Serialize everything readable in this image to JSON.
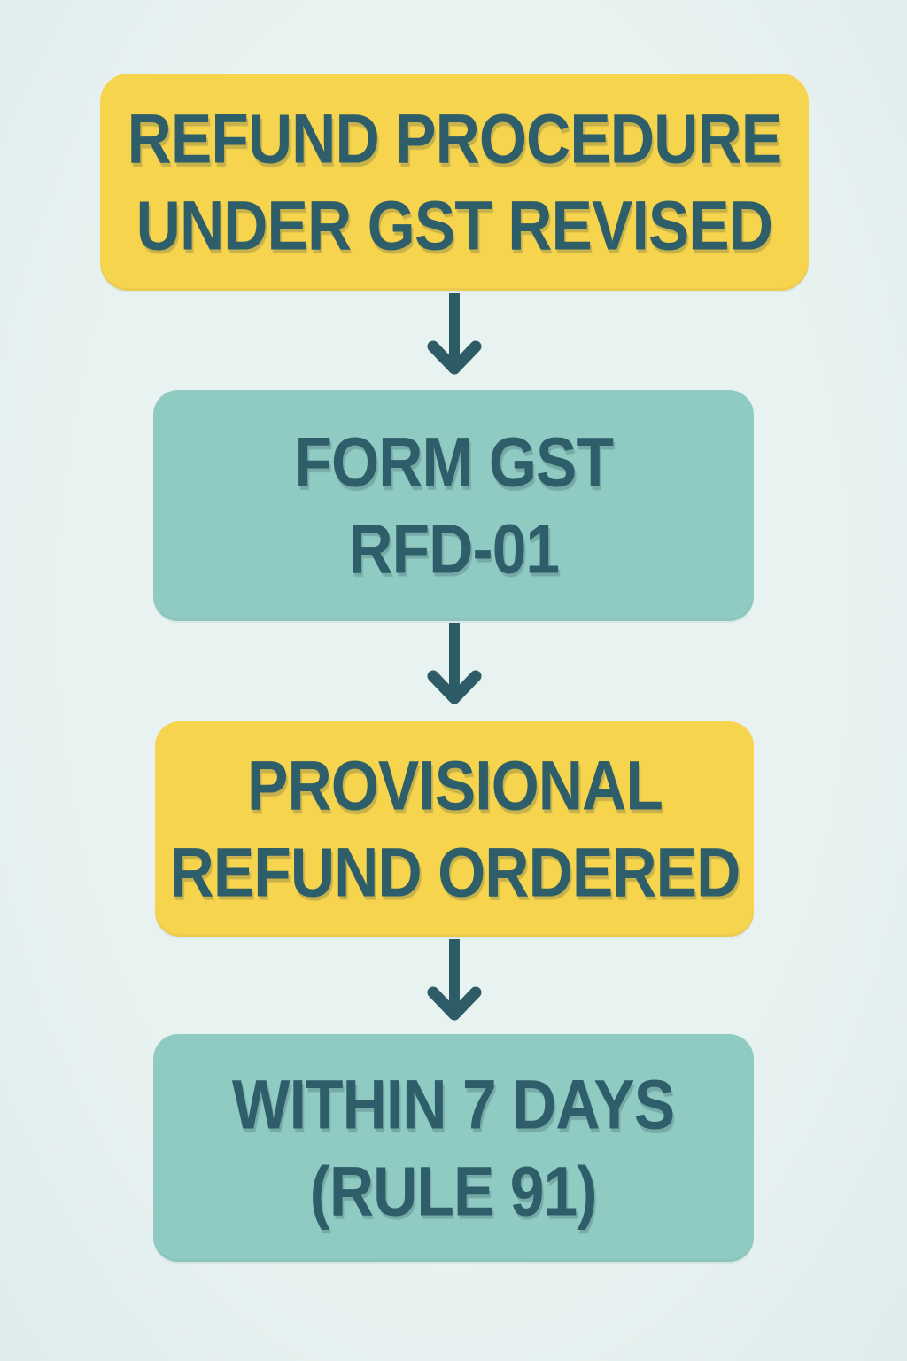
{
  "colors": {
    "bg": "#e8f2f1",
    "bg-edge": "#dfecec",
    "yellow": "#f7d44e",
    "teal": "#90cbc3",
    "ink": "#2e5e69",
    "arrow": "#2d5b66"
  },
  "flowchart": {
    "title": "REFUND PROCEDURE UNDER GST REVISED",
    "connector_icon": "down-arrow-icon",
    "steps": [
      {
        "variant": "yellow",
        "lines": [
          "REFUND PROCEDURE",
          "UNDER GST REVISED"
        ]
      },
      {
        "variant": "teal",
        "lines": [
          "FORM GST",
          "RFD-01"
        ]
      },
      {
        "variant": "yellow",
        "lines": [
          "PROVISIONAL",
          "REFUND ORDERED"
        ]
      },
      {
        "variant": "teal",
        "lines": [
          "WITHIN 7 DAYS",
          "(RULE 91)"
        ]
      }
    ]
  }
}
